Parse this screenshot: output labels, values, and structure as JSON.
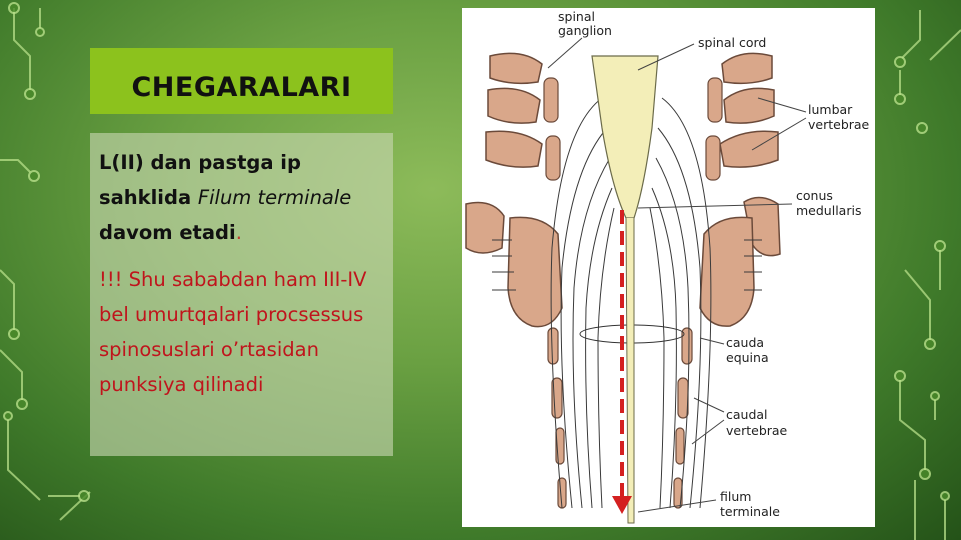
{
  "slide": {
    "title": "CHEGARALARI",
    "para1": {
      "part1": "L(II)",
      "part2": " dan pastga ip sahklida ",
      "part3": "Filum terminale",
      "part4": " davom etadi",
      "part5": "."
    },
    "para2": "!!! Shu sababdan ham III-IV bel umurtqalari procsessus spinosuslari o’rtasidan punksiya qilinadi"
  },
  "figure": {
    "labels": {
      "spinal_ganglion_1": "spinal",
      "spinal_ganglion_2": "ganglion",
      "spinal_cord": "spinal cord",
      "lumbar_1": "lumbar",
      "lumbar_2": "vertebrae",
      "conus_1": "conus",
      "conus_2": "medullaris",
      "cauda_1": "cauda",
      "cauda_2": "equina",
      "caudal_1": "caudal",
      "caudal_2": "vertebrae",
      "filum_1": "filum",
      "filum_2": "terminale"
    }
  },
  "colors": {
    "title_bg": "#8cc21d",
    "arrow": "#d42020",
    "cord": "#f3eeb8",
    "bone": "#d9a78a"
  }
}
